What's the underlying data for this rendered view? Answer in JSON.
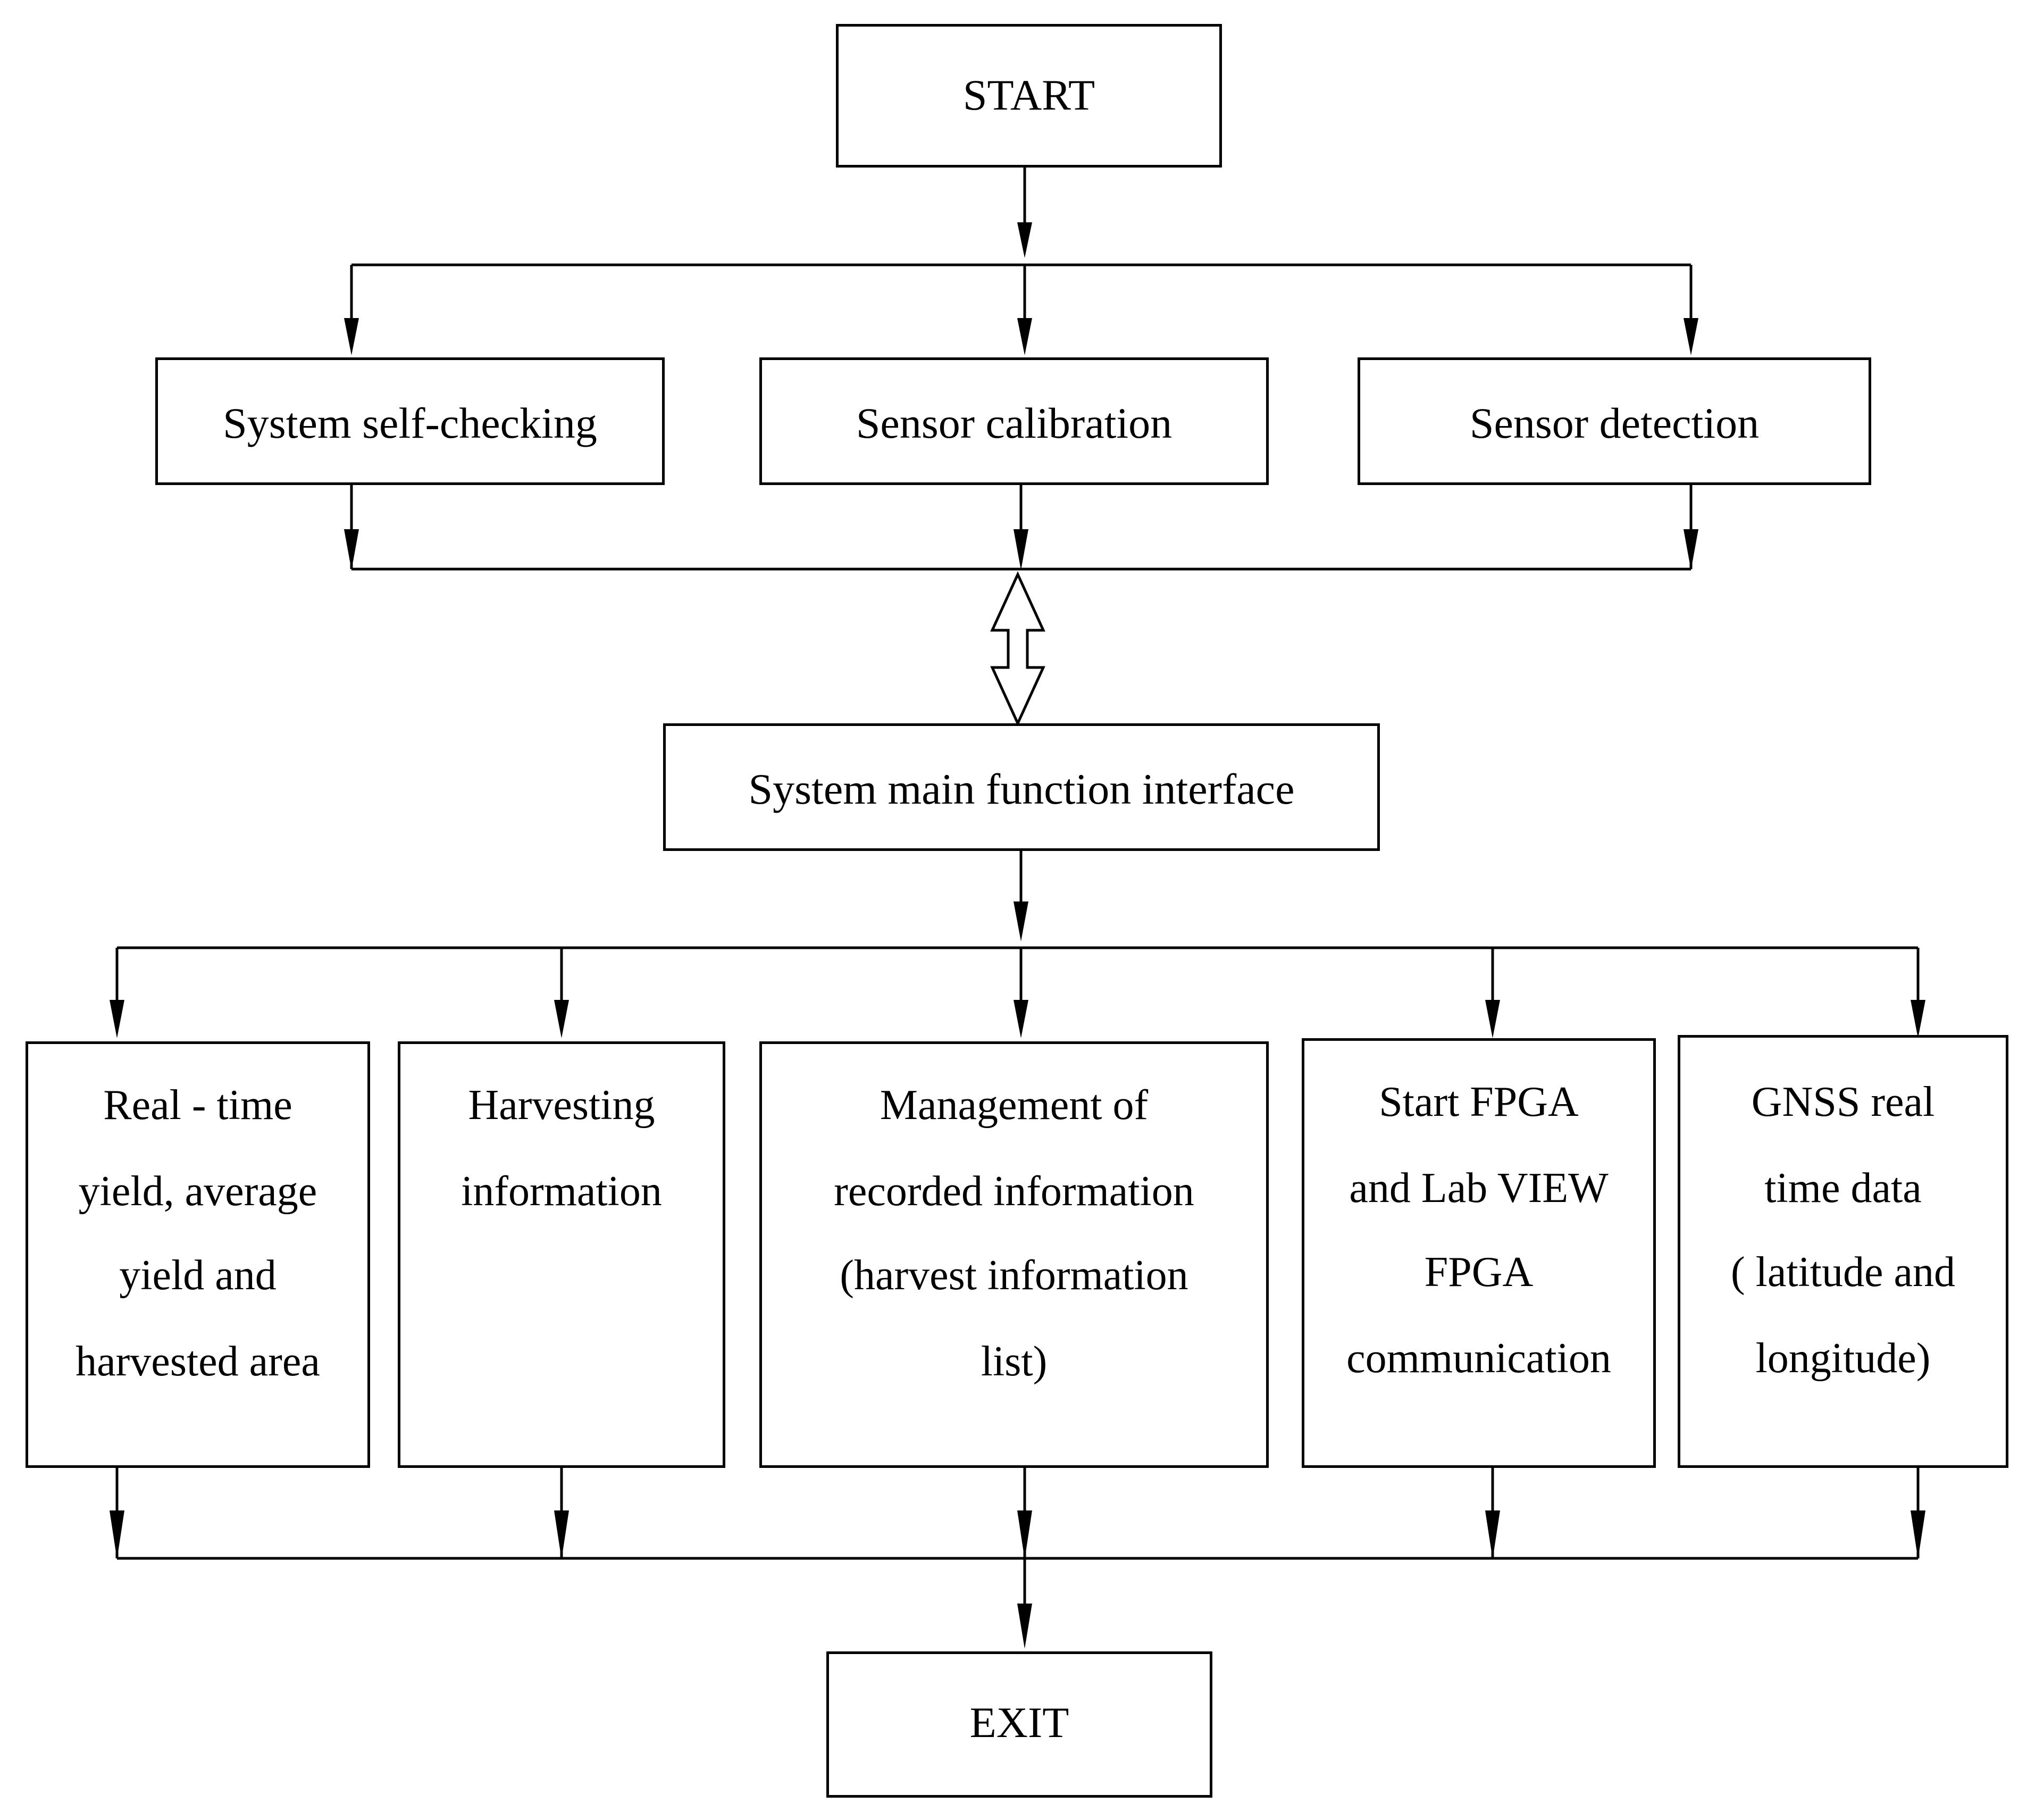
{
  "nodes": {
    "start": "START",
    "self_check": "System self-checking",
    "sensor_calibration": "Sensor calibration",
    "sensor_detection": "Sensor detection",
    "main_interface": "System main function interface",
    "realtime_yield": [
      "Real - time",
      "yield, average",
      "yield and",
      "harvested area"
    ],
    "harvesting_info": [
      "Harvesting",
      "information"
    ],
    "management": [
      "Management of",
      "recorded information",
      "(harvest information",
      "list)"
    ],
    "fpga": [
      "Start FPGA",
      "and Lab VIEW",
      "FPGA",
      "communication"
    ],
    "gnss": [
      "GNSS real",
      "time data",
      "( latitude and",
      "longitude)"
    ],
    "exit": "EXIT"
  }
}
